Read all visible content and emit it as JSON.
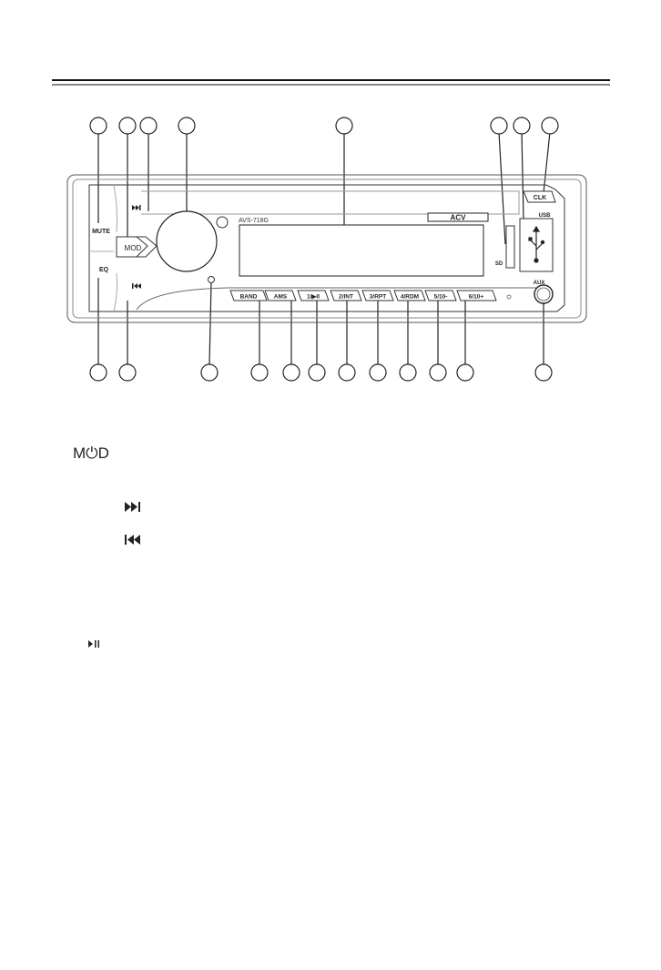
{
  "device": {
    "model_label": "AVS-718G",
    "brand_logo": "ACV",
    "buttons": {
      "mute": "MUTE",
      "eq": "EQ",
      "mod": "MOD",
      "band": "BAND",
      "ams": "AMS",
      "preset1": "1/▶II",
      "preset2": "2/INT",
      "preset3": "3/RPT",
      "preset4": "4/RDM",
      "preset5": "5/10-",
      "preset6": "6/10+",
      "clk": "CLK"
    },
    "ports": {
      "usb": "USB",
      "sd": "SD",
      "aux": "AUX"
    }
  },
  "legend_icons": {
    "mod": "M⏻D",
    "next": "next-track-icon",
    "prev": "previous-track-icon",
    "play_pause": "play-pause-icon"
  }
}
